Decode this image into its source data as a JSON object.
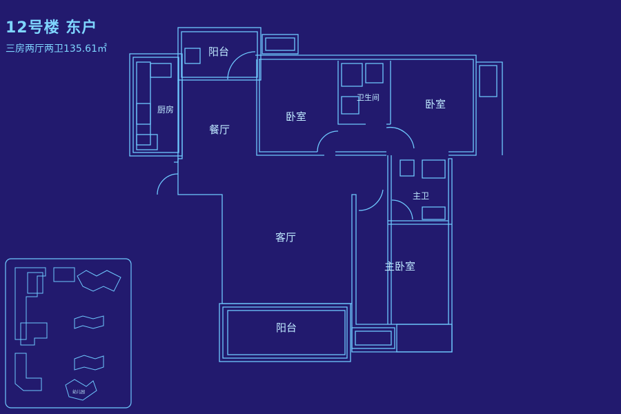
{
  "header": {
    "title": "12号楼 东户",
    "subtitle": "三房两厅两卫135.61㎡"
  },
  "rooms": {
    "balcony_north": "阳台",
    "kitchen": "厨房",
    "dining": "餐厅",
    "bedroom_west": "卧室",
    "bathroom": "卫生间",
    "bedroom_east": "卧室",
    "master_bath": "主卫",
    "living": "客厅",
    "master_bedroom": "主卧室",
    "balcony_south": "阳台"
  },
  "site_map": {
    "kindergarten": "幼儿园"
  },
  "colors": {
    "background": "#221a6e",
    "line": "#6fc9ff",
    "text": "#bfe9ff"
  }
}
